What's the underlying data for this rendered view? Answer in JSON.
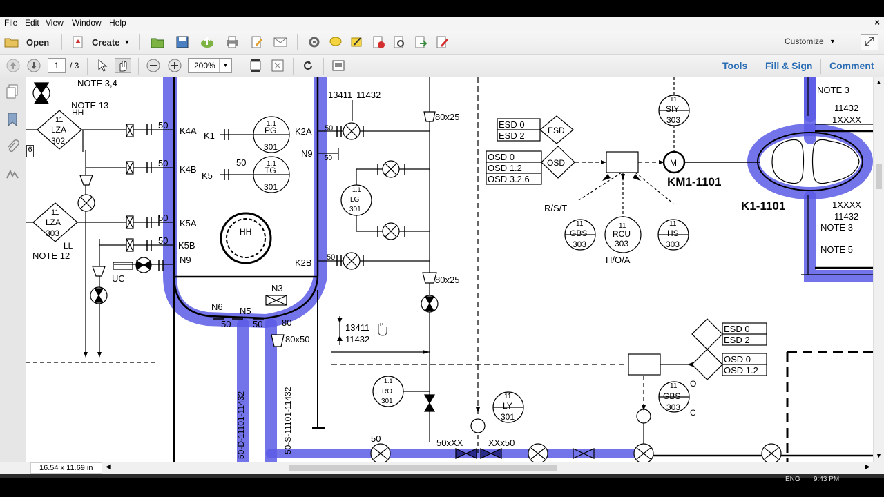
{
  "menu": {
    "items": [
      "File",
      "Edit",
      "View",
      "Window",
      "Help"
    ],
    "close": "×"
  },
  "toolbar": {
    "open_label": "Open",
    "create_label": "Create",
    "customize_label": "Customize"
  },
  "nav": {
    "page_value": "1",
    "page_total": "/ 3",
    "zoom_value": "200%"
  },
  "panes": {
    "tools": "Tools",
    "fill_sign": "Fill & Sign",
    "comment": "Comment"
  },
  "status": {
    "page_size": "16.54 x 11.69 in"
  },
  "taskbar": {
    "lang": "ENG",
    "time": "9:43 PM"
  },
  "left_panel": {
    "page_number_tab": "6"
  },
  "colors": {
    "highlight": "#5a5ae6",
    "link": "#2a6db5",
    "toolbar_bg": "#f0f0f0"
  },
  "drawing": {
    "notes": {
      "note13": "NOTE 13",
      "note12": "NOTE 12",
      "note3a": "NOTE 3",
      "note3b": "NOTE 3",
      "note5": "NOTE 5",
      "note_top": "NOTE 3,4"
    },
    "instruments": {
      "lza302": {
        "a": "11",
        "b": "LZA",
        "c": "302",
        "tag": "HH"
      },
      "lza303": {
        "a": "11",
        "b": "LZA",
        "c": "303",
        "tag": "LL"
      },
      "pg301": {
        "a": "1.1",
        "b": "PG",
        "c": "301"
      },
      "tg301": {
        "a": "1.1",
        "b": "TG",
        "c": "301"
      },
      "lg301": {
        "a": "1.1",
        "b": "LG",
        "c": "301"
      },
      "ro301": {
        "a": "1.1",
        "b": "RO",
        "c": "301"
      },
      "ly301": {
        "a": "11",
        "b": "LY",
        "c": "301"
      },
      "siy303": {
        "a": "11",
        "b": "SIY",
        "c": "303"
      },
      "gbs303a": {
        "a": "11",
        "b": "GBS",
        "c": "303"
      },
      "rcu303": {
        "a": "11",
        "b": "RCU",
        "c": "303"
      },
      "hs303": {
        "a": "11",
        "b": "HS",
        "c": "303"
      },
      "gbs303b": {
        "a": "11",
        "b": "GBS",
        "c": "303"
      }
    },
    "nozzles": {
      "k4a": "K4A",
      "k4b": "K4B",
      "k5a": "K5A",
      "k5b": "K5B",
      "n9a": "N9",
      "k1": "K1",
      "k5": "K5",
      "k2a": "K2A",
      "n9b": "N9",
      "k2b": "K2B",
      "n3": "N3",
      "n6": "N6",
      "n5": "N5",
      "hh": "HH"
    },
    "sizes": {
      "s50a": "50",
      "s50b": "50",
      "s50c": "50",
      "s50d": "50",
      "s50e": "50",
      "s50f": "50",
      "s50g": "50",
      "s50h": "50",
      "s50i": "50",
      "s50j": "50",
      "s50k": "50",
      "s80": "80",
      "r80x25a": "80x25",
      "r80x25b": "80x25",
      "r80x50": "80x50",
      "r50xx": "50xXX",
      "rxx50": "XXx50"
    },
    "lines": {
      "l13411a": "13411",
      "l11432a": "11432",
      "l13411b": "13411",
      "l11432b": "11432",
      "line1": "50-D-11101-11432",
      "line2": "50-S-11101-11432",
      "l11432c": "11432",
      "l1xxxxa": "1XXXX",
      "l1xxxxb": "1XXXX",
      "l11432d": "11432"
    },
    "esd_block1": {
      "e0": "ESD 0",
      "e2": "ESD 2",
      "esd": "ESD",
      "o0": "OSD 0",
      "o12": "OSD 1.2",
      "o326": "OSD 3.2.6",
      "osd": "OSD"
    },
    "esd_block2": {
      "e0": "ESD 0",
      "e2": "ESD 2",
      "o0": "OSD 0",
      "o12": "OSD 1.2"
    },
    "equipment": {
      "motor": "M",
      "motor_tag": "KM1-1101",
      "compressor_tag": "K1-1101"
    },
    "misc": {
      "rst": "R/S/T",
      "hoa": "H/O/A",
      "uc": "UC",
      "o": "O",
      "c": "C"
    }
  }
}
